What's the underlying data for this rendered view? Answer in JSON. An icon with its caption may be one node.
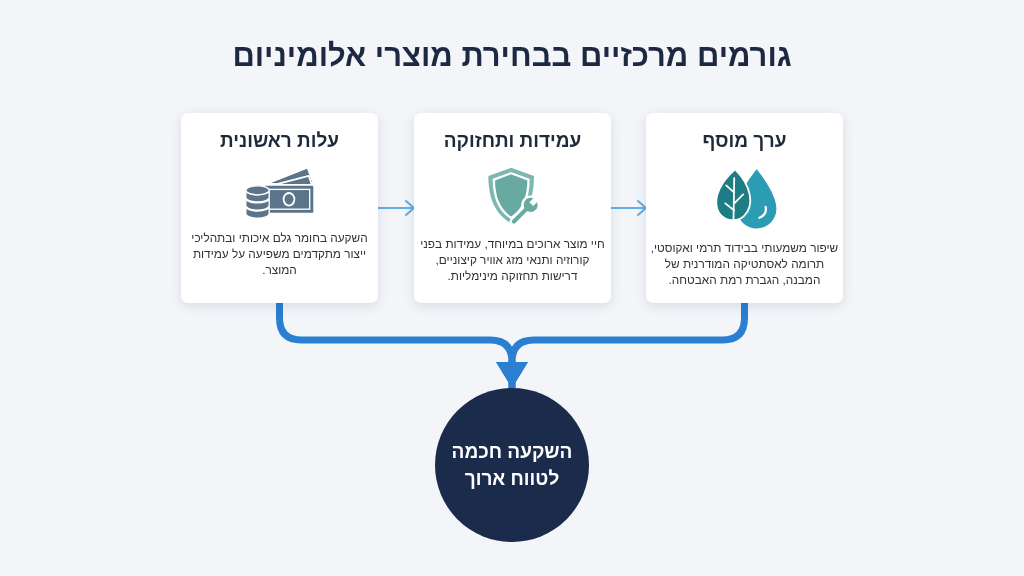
{
  "diagram": {
    "title": "גורמים מרכזיים בבחירת מוצרי אלומיניום",
    "nodes": [
      {
        "text": [
          "ערך מוסף",
          "שיפור משמעותי בבידוד תרמי ואקוסטי, תרומה לאסתטיקה המודרנית של המבנה, הגברת רמת האבטחה."
        ]
      },
      {
        "text": [
          "עמידות ותחזוקה",
          "חיי מוצר ארוכים במיוחד, עמידות בפני קורוזיה ותנאי מזג אוויר קיצוניים, דרישות תחזוקה מינימליות."
        ]
      },
      {
        "text": [
          "עלות ראשונית",
          "השקעה בחומר גלם איכותי ובתהליכי ייצור מתקדמים משפיעה על עמידות המוצר."
        ]
      },
      {
        "text": [
          "השקעה חכמה לטווח ארוך"
        ]
      }
    ],
    "edges": [
      {
        "from": 2,
        "to": 1,
        "arrow": "to"
      },
      {
        "from": 1,
        "to": 0,
        "arrow": "to"
      },
      {
        "from": 2,
        "to": 3,
        "arrow": "to",
        "style": "thick",
        "color": "#2b7fd1"
      },
      {
        "from": 0,
        "to": 3,
        "arrow": "to",
        "style": "thick",
        "color": "#2b7fd1"
      }
    ]
  }
}
